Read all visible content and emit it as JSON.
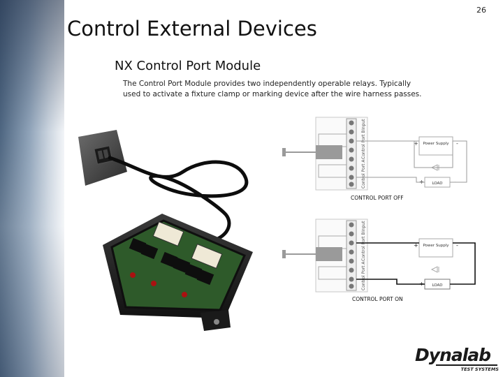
{
  "slide": {
    "page_number": "26",
    "title": "Control External Devices",
    "subtitle": "NX Control Port Module",
    "description": "The Control Port Module provides two independently operable relays.  Typically used to activate a fixture clamp or marking device after the wire harness passes."
  },
  "photo": {
    "subject": "control-port-module-photo"
  },
  "diagrams": [
    {
      "caption": "CONTROL PORT OFF",
      "state": "off",
      "labels": {
        "input": "Input",
        "control_port_b": "Control Port B",
        "control_port_a": "Control Port A",
        "power_supply": "Power Supply",
        "load": "LOAD",
        "plus": "+",
        "minus": "-"
      }
    },
    {
      "caption": "CONTROL PORT ON",
      "state": "on",
      "labels": {
        "input": "Input",
        "control_port_b": "Control Port B",
        "control_port_a": "Control Port A",
        "power_supply": "Power Supply",
        "load": "LOAD",
        "plus": "+",
        "minus": "-"
      }
    }
  ],
  "logo": {
    "name": "Dynalab",
    "tagline": "TEST SYSTEMS"
  },
  "colors": {
    "sidebar_dark": "#4d6580",
    "sidebar_light": "#f3f5f8",
    "enclosure": "#1d1d1d",
    "pcb": "#2e5a2a",
    "wire_off": "#9a9a9a",
    "wire_on": "#111111"
  }
}
